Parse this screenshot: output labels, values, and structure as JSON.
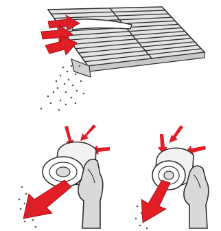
{
  "colors": {
    "background": "#ffffff",
    "outline": "#2f2f2f",
    "grate_fill": "#e4e4e4",
    "grate_rail": "#c9c9c9",
    "hand_fill": "#d9d9d9",
    "roll_fill": "#f2f2f2",
    "arrow_fill": "#e11d26",
    "crumb": "#555555"
  },
  "figure": {
    "panels": [
      {
        "name": "grate-scrub-panel",
        "icons": [
          "grill-grate-icon",
          "brush-icon",
          "push-arrow-icon",
          "crumbs-icon"
        ]
      },
      {
        "name": "roll-squeeze-left-panel",
        "icons": [
          "cloth-roll-icon",
          "hand-icon",
          "squeeze-arrow-icon",
          "crumbs-icon"
        ]
      },
      {
        "name": "roll-squeeze-right-panel",
        "icons": [
          "cloth-roll-icon",
          "hand-icon",
          "squeeze-arrow-icon",
          "crumbs-icon"
        ]
      }
    ]
  }
}
